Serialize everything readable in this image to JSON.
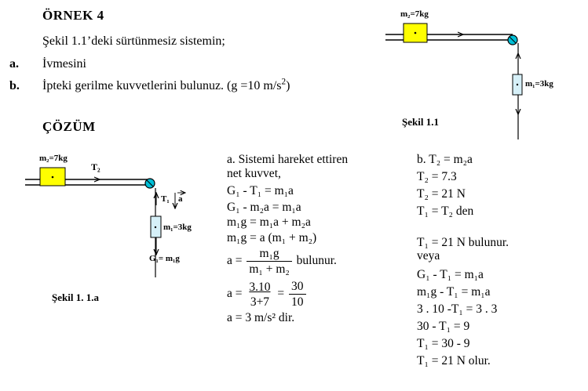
{
  "problem": {
    "title": "ÖRNEK 4",
    "intro": "Şekil 1.1’deki sürtünmesiz sistemin;",
    "a_label": "a.",
    "a_text": "İvmesini",
    "b_label": "b.",
    "b_text": "İpteki gerilme kuvvetlerini bulunuz. (g =10 m/s",
    "b_sup": "2",
    "b_end": ")"
  },
  "figure_top": {
    "m2_label": "m₂=7kg",
    "m1_label": "m₁=3kg",
    "caption": "Şekil  1.1"
  },
  "solution_title": "ÇÖZÜM",
  "figure_bottom": {
    "m2_label": "m₂=7kg",
    "t2_label": "T₂",
    "t1_label": "T₁",
    "a_label": "a",
    "m1_label": "m₁=3kg",
    "g1_label": "G₁= m₁g",
    "caption": "Şekil 1. 1.a"
  },
  "col_a": {
    "line1": "a. Sistemi hareket ettiren",
    "line2": "net kuvvet,",
    "eq1": "G₁ - T₁ = m₁a",
    "eq2": "G₁ - m₂a = m₁a",
    "eq3": "m₁g = m₁a + m₂a",
    "eq4": "m₁g = a (m₁ + m₂)",
    "eq5_lhs": "a =",
    "eq5_num": "m₁g",
    "eq5_den": "m₁ + m₂",
    "eq5_tail": "bulunur.",
    "eq6_lhs": "a =",
    "eq6_num": "3.10",
    "eq6_den": "3+7",
    "eq6_mid": "=",
    "eq6_num2": "30",
    "eq6_den2": "10",
    "eq7": "a = 3 m/s² dir."
  },
  "col_b": {
    "eq1": "b. T₂ = m₂a",
    "eq2": "T₂ = 7.3",
    "eq3": "T₂ = 21 N",
    "eq4": "T₁ = T₂ den",
    "eq5": "T₁ = 21 N bulunur.",
    "eq6": "veya",
    "eq7": "G₁ - T₁ = m₁a",
    "eq8": "m₁g - T₁ = m₁a",
    "eq9": "3 . 10 -T₁ = 3 . 3",
    "eq10": "30 - T₁ = 9",
    "eq11": "T₁ = 30 - 9",
    "eq12": "T₁ = 21 N olur."
  },
  "colors": {
    "block_m2": "#ffff00",
    "block_m1": "#d6f0f8",
    "pulley": "#00c0d8"
  }
}
